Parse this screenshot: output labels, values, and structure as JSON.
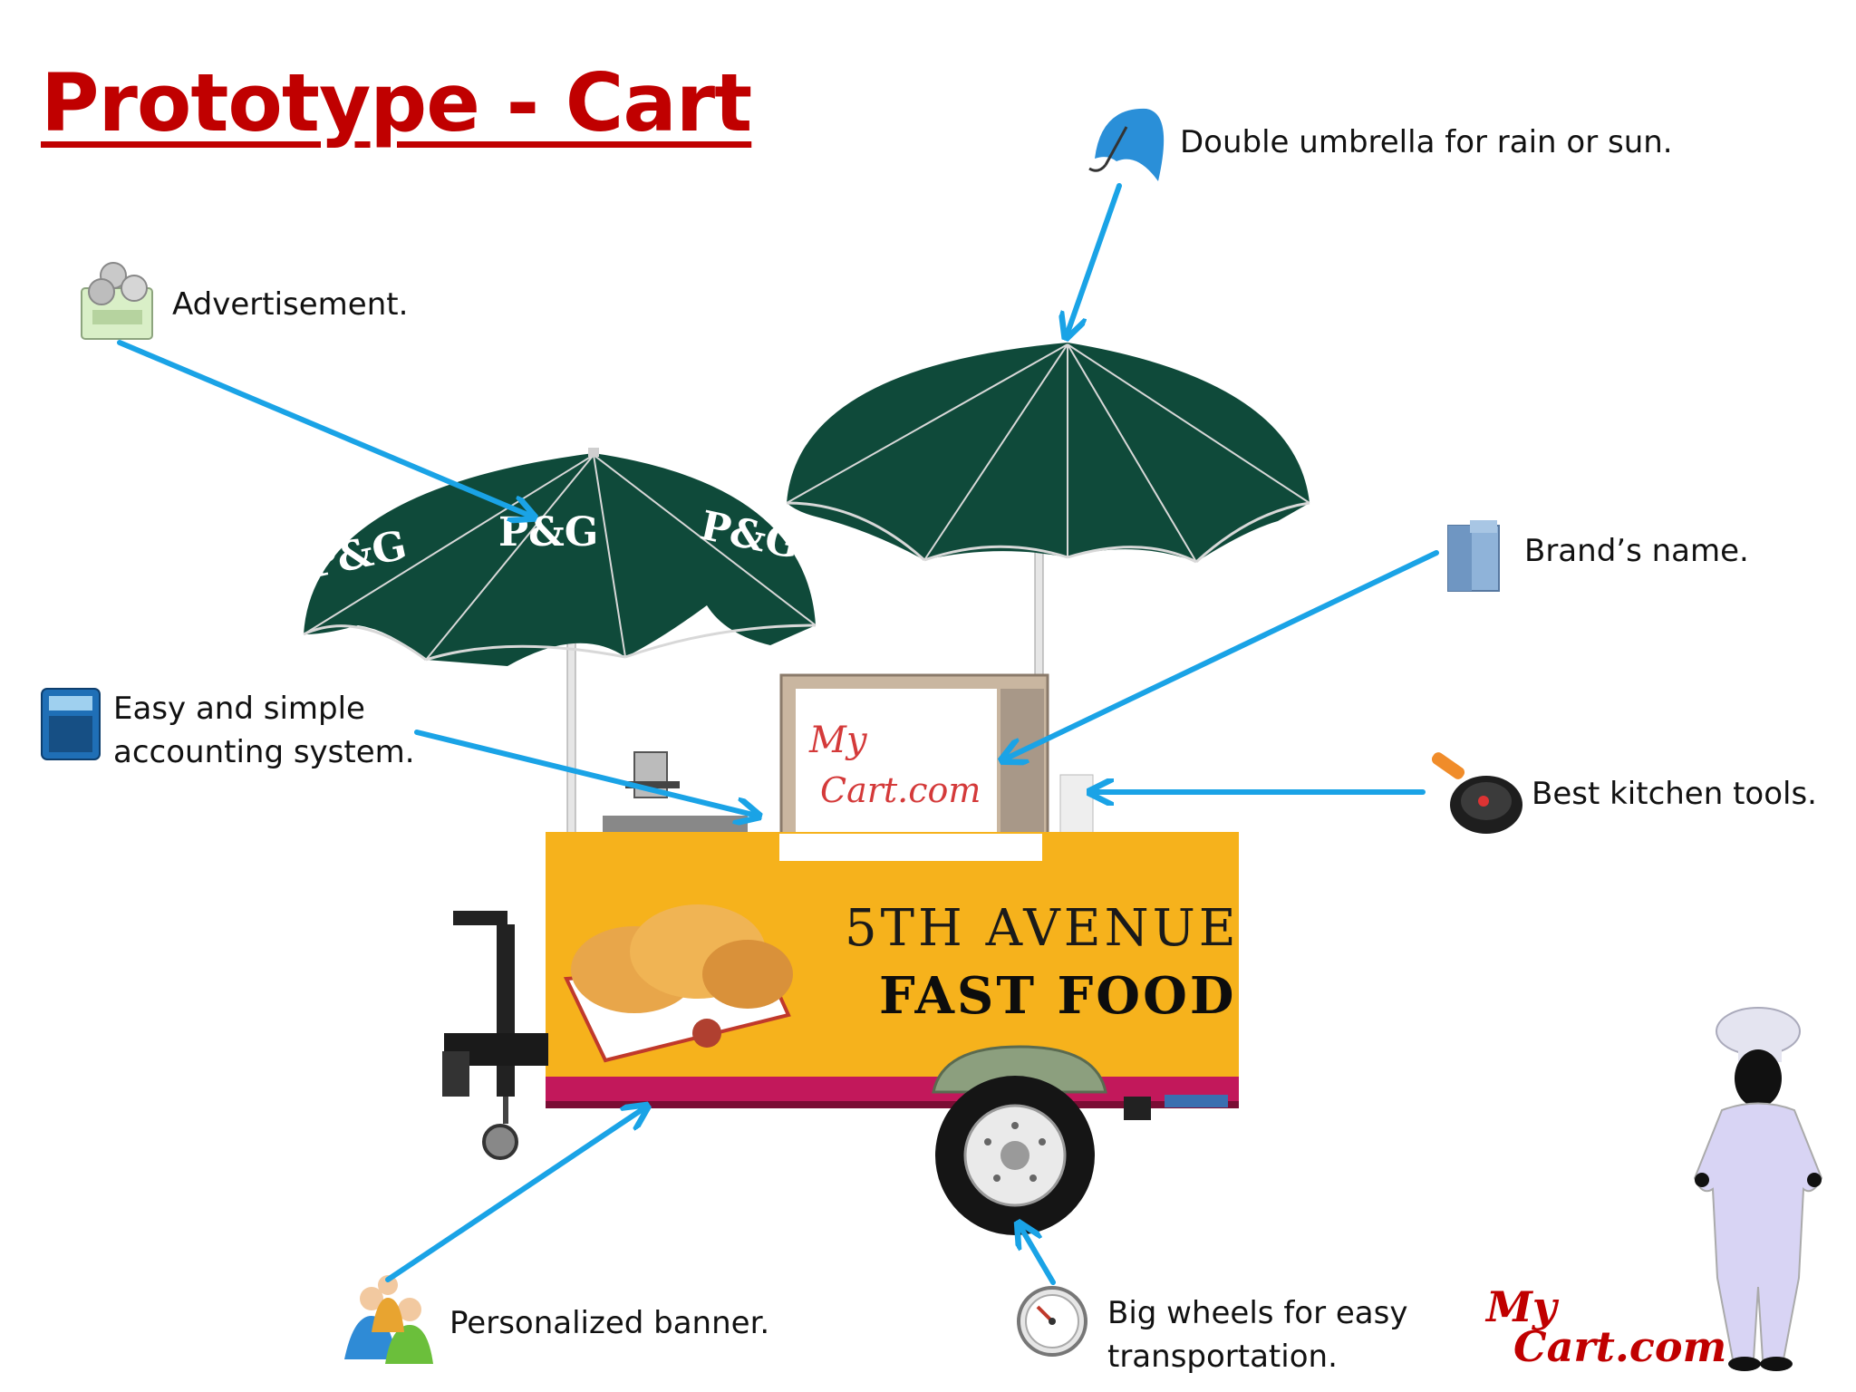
{
  "title": "Prototype - Cart",
  "annotations": {
    "umbrella": "Double umbrella for rain or sun.",
    "advertisement": "Advertisement.",
    "brand_name": "Brand’s name.",
    "accounting_line1": "Easy and simple",
    "accounting_line2": "accounting system.",
    "kitchen_tools": "Best kitchen tools.",
    "banner": "Personalized banner.",
    "wheels_line1": "Big wheels for easy",
    "wheels_line2": "transportation."
  },
  "cart": {
    "umbrella_logo": "P&G",
    "sign_line1": "My",
    "sign_line2": "Cart.com",
    "banner_line1": "5TH AVENUE",
    "banner_line2": "FAST FOOD"
  },
  "footer_brand": {
    "line1": "My",
    "line2": "Cart.com"
  },
  "colors": {
    "title": "#c00000",
    "arrow": "#1aa3e6",
    "umbrella": "#0f4a3a",
    "banner": "#f6b21c",
    "brand": "#c00000"
  }
}
